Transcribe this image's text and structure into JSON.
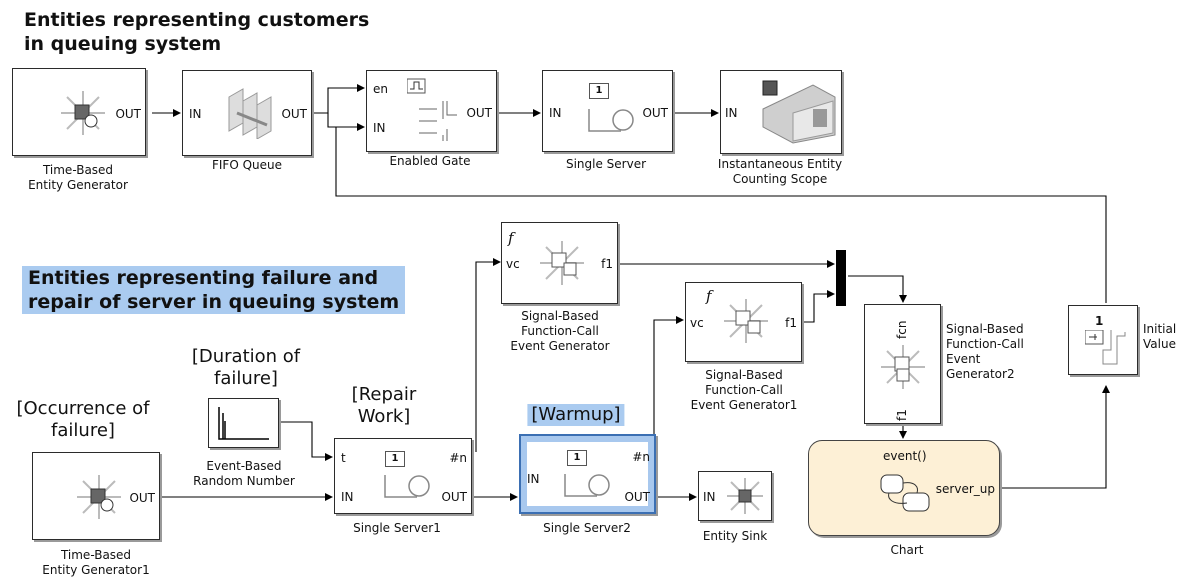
{
  "headings": {
    "customers": "Entities representing customers\nin queuing system",
    "failure": "Entities representing failure and\nrepair of server in queuing system"
  },
  "blocks": {
    "gen": {
      "label": "Time-Based\nEntity Generator",
      "out": "OUT",
      "icon": "entity-generator-icon"
    },
    "fifo": {
      "label": "FIFO Queue",
      "in": "IN",
      "out": "OUT",
      "icon": "queue-icon"
    },
    "gate": {
      "label": "Enabled Gate",
      "en": "en",
      "in": "IN",
      "out": "OUT",
      "icon": "gate-icon"
    },
    "server": {
      "label": "Single Server",
      "in": "IN",
      "out": "OUT",
      "capacity": "1",
      "icon": "server-icon"
    },
    "scope": {
      "label": "Instantaneous Entity\nCounting Scope",
      "in": "IN",
      "icon": "scope-icon"
    },
    "fcgen0": {
      "label": "Signal-Based\nFunction-Call\nEvent Generator",
      "vc": "vc",
      "f1": "f1",
      "f": "f",
      "icon": "function-call-generator-icon"
    },
    "fcgen1": {
      "label": "Signal-Based\nFunction-Call\nEvent Generator1",
      "vc": "vc",
      "f1": "f1",
      "f": "f",
      "icon": "function-call-generator-icon"
    },
    "fcgen2": {
      "label": "Signal-Based\nFunction-Call\nEvent\nGenerator2",
      "fcn": "fcn",
      "f1": "f1",
      "icon": "function-call-generator-icon"
    },
    "initval": {
      "label": "Initial\nValue",
      "one": "1",
      "icon": "initial-value-icon"
    },
    "rand": {
      "label": "Event-Based\nRandom Number",
      "icon": "random-number-icon"
    },
    "gen1": {
      "label": "Time-Based\nEntity Generator1",
      "out": "OUT",
      "icon": "entity-generator-icon"
    },
    "server1": {
      "label": "Single Server1",
      "t": "t",
      "n": "#n",
      "in": "IN",
      "out": "OUT",
      "capacity": "1",
      "icon": "server-icon"
    },
    "server2": {
      "label": "Single Server2",
      "n": "#n",
      "in": "IN",
      "out": "OUT",
      "capacity": "1",
      "icon": "server-icon"
    },
    "sink": {
      "label": "Entity Sink",
      "in": "IN",
      "icon": "entity-sink-icon"
    },
    "chart": {
      "label": "Chart",
      "event": "event()",
      "out": "server_up",
      "icon": "state-chart-icon"
    }
  },
  "annotations": {
    "duration": "[Duration of\nfailure]",
    "occurrence": "[Occurrence of\nfailure]",
    "repair": "[Repair\nWork]",
    "warmup": "[Warmup]"
  },
  "colors": {
    "highlight": "#aacbf0",
    "selected_border": "#3b6fb3",
    "chart_fill": "#fdf0d6"
  }
}
